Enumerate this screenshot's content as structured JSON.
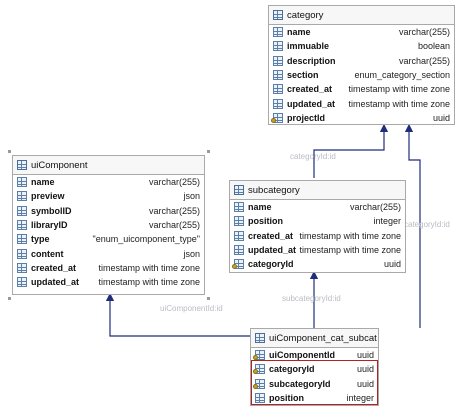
{
  "tables": {
    "category": {
      "title": "category",
      "columns": [
        {
          "name": "name",
          "type": "varchar(255)"
        },
        {
          "name": "immuable",
          "type": "boolean"
        },
        {
          "name": "description",
          "type": "varchar(255)"
        },
        {
          "name": "section",
          "type": "enum_category_section"
        },
        {
          "name": "created_at",
          "type": "timestamp with time zone"
        },
        {
          "name": "updated_at",
          "type": "timestamp with time zone"
        },
        {
          "name": "projectId",
          "type": "uuid"
        }
      ]
    },
    "uiComponent": {
      "title": "uiComponent",
      "columns": [
        {
          "name": "name",
          "type": "varchar(255)"
        },
        {
          "name": "preview",
          "type": "json"
        },
        {
          "name": "symbolID",
          "type": "varchar(255)"
        },
        {
          "name": "libraryID",
          "type": "varchar(255)"
        },
        {
          "name": "type",
          "type": "\"enum_uicomponent_type\""
        },
        {
          "name": "content",
          "type": "json"
        },
        {
          "name": "created_at",
          "type": "timestamp with time zone"
        },
        {
          "name": "updated_at",
          "type": "timestamp with time zone"
        }
      ]
    },
    "subcategory": {
      "title": "subcategory",
      "columns": [
        {
          "name": "name",
          "type": "varchar(255)"
        },
        {
          "name": "position",
          "type": "integer"
        },
        {
          "name": "created_at",
          "type": "timestamp with time zone"
        },
        {
          "name": "updated_at",
          "type": "timestamp with time zone"
        },
        {
          "name": "categoryId",
          "type": "uuid"
        }
      ]
    },
    "uiComponent_cat_subcat": {
      "title": "uiComponent_cat_subcat",
      "columns": [
        {
          "name": "uiComponentId",
          "type": "uuid"
        },
        {
          "name": "categoryId",
          "type": "uuid"
        },
        {
          "name": "subcategoryId",
          "type": "uuid"
        },
        {
          "name": "position",
          "type": "integer"
        }
      ]
    }
  },
  "link_labels": {
    "category_link": "categoryId:id",
    "category_link_right": "categoryId:id",
    "subcategory_link": "subcategoryId:id",
    "uicomponent_link": "uiComponentId:id"
  },
  "colors": {
    "link": "#1f2d7a",
    "selection": "#b22222",
    "table_border": "#a9a9a9",
    "icon": "#5b7fa6"
  }
}
